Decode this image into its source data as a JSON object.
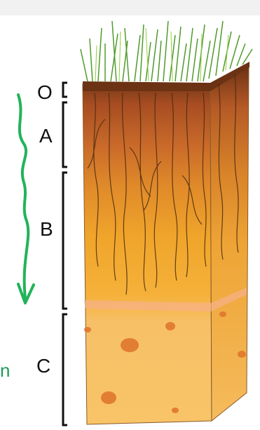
{
  "layers": [
    {
      "label": "O"
    },
    {
      "label": "A"
    },
    {
      "label": "B"
    },
    {
      "label": "C"
    }
  ],
  "partial_text": "n",
  "colors": {
    "arrow": "#22b35a",
    "grass": "#4f9a2b",
    "o_horizon": "#6b3214",
    "a_horizon": "#b9602b",
    "b_horizon": "#f0a52a",
    "c_horizon": "#f7be5d",
    "brackets": "#111111"
  }
}
